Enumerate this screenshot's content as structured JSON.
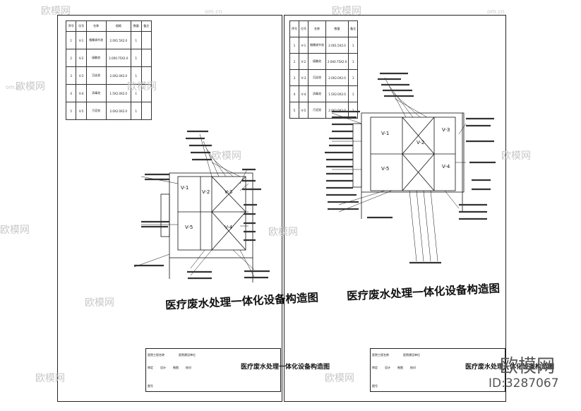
{
  "sheets": {
    "left": {
      "table": {
        "headers": [
          "序号",
          "位号",
          "名称",
          "规格",
          "数量",
          "备注"
        ],
        "rows": [
          [
            "1",
            "V-1",
            "格栅调节池",
            "2.0X1.5X2.0",
            "1",
            ""
          ],
          [
            "2",
            "V-2",
            "接触池",
            "2.0X0.75X2.0",
            "1",
            ""
          ],
          [
            "3",
            "V-3",
            "沉淀池",
            "2.0X2.0X2.0",
            "1",
            ""
          ],
          [
            "4",
            "V-4",
            "消毒池",
            "1.5X2.0X2.0",
            "1",
            ""
          ],
          [
            "5",
            "V-5",
            "污泥池",
            "2.0X2.0X2.0",
            "1",
            ""
          ]
        ]
      },
      "drawing_title": "医疗废水处理一体化设备构造图",
      "title_block": {
        "small_labels": [
          "医院工程名称",
          "医院建设单位",
          "审定",
          "设计",
          "制图",
          "校对",
          "图号"
        ],
        "drawing_name": "医疗废水处理一体化设备构造图"
      }
    },
    "right": {
      "table": {
        "headers": [
          "序号",
          "位号",
          "名称",
          "数量",
          "备注"
        ],
        "rows": [
          [
            "1",
            "V-1",
            "格栅调节池",
            "2.0X1.5X2.0",
            "1"
          ],
          [
            "2",
            "V-2",
            "接触池",
            "2.0X0.75X2.0",
            "1"
          ],
          [
            "3",
            "V-3",
            "沉淀池",
            "2.0X2.0X2.0",
            "1"
          ],
          [
            "4",
            "V-4",
            "消毒池",
            "1.5X2.0X2.0",
            "1"
          ],
          [
            "5",
            "V-5",
            "污泥池",
            "2.0X2.0X2.0",
            "1"
          ]
        ]
      },
      "drawing_title": "医疗废水处理一体化设备构造图",
      "title_block": {
        "small_labels": [
          "医院工程名称",
          "医院建设单位",
          "审定",
          "设计",
          "制图",
          "校对",
          "图号"
        ],
        "drawing_name": "医疗废水处理一体化设备构造图"
      }
    }
  },
  "labels": {
    "tank_left": [
      "V-1",
      "V-2",
      "V-3",
      "V-4",
      "V-5"
    ],
    "tank_right": [
      "V-1",
      "V-2",
      "V-3",
      "V-4",
      "V-5"
    ]
  },
  "watermarks": {
    "brand": "欧模网",
    "site": "om.cn",
    "big_brand": "欧模网",
    "id_text": "ID:3287067"
  }
}
